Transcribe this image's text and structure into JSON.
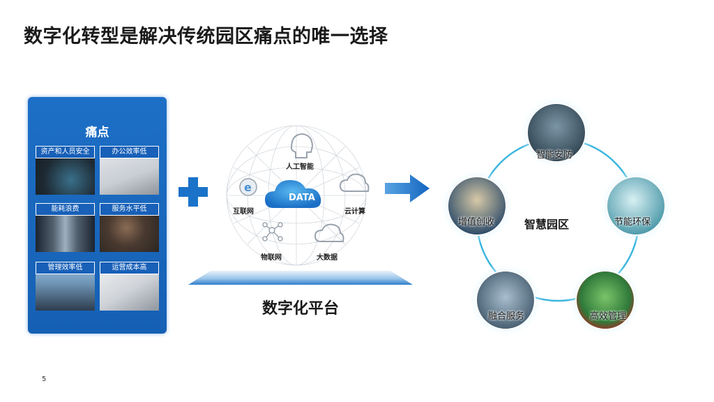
{
  "title": "数字化转型是解决传统园区痛点的唯一选择",
  "page_number": "5",
  "pain_points": {
    "title": "痛点",
    "items": [
      {
        "label": "资产和人员安全"
      },
      {
        "label": "办公效率低"
      },
      {
        "label": "能耗浪费"
      },
      {
        "label": "服务水平低"
      },
      {
        "label": "管理效率低"
      },
      {
        "label": "运营成本高"
      }
    ]
  },
  "platform": {
    "title": "数字化平台",
    "center": "DATA",
    "items": [
      "人工智能",
      "互联网",
      "云计算",
      "物联网",
      "大数据"
    ]
  },
  "smart_park": {
    "center": "智慧园区",
    "nodes": [
      "智能安防",
      "节能环保",
      "高效管理",
      "融合服务",
      "增值创收"
    ]
  },
  "colors": {
    "panel_blue": "#1a66bd",
    "accent_blue": "#1a73c9",
    "ring_cyan": "#4ec3e6"
  }
}
